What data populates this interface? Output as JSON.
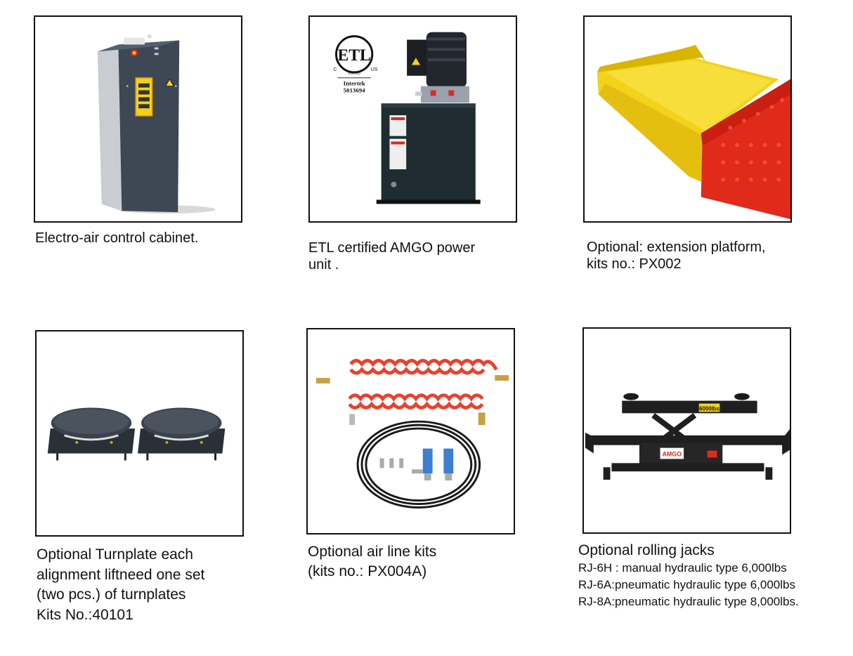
{
  "items": [
    {
      "caption_lines": [
        "Electro-air control cabinet."
      ]
    },
    {
      "caption_lines": [
        "ETL certified AMGO power",
        "unit ."
      ],
      "etl_logo": {
        "mark": "ETL",
        "c": "C",
        "us": "US",
        "listed": "LISTED",
        "org": "Intertek",
        "number": "5013694"
      }
    },
    {
      "caption_lines": [
        "Optional: extension platform,",
        "kits no.: PX002"
      ]
    },
    {
      "caption_lines": [
        "Optional Turnplate each",
        "alignment liftneed one set",
        "(two pcs.) of turnplates",
        "Kits No.:40101"
      ]
    },
    {
      "caption_lines": [
        "Optional air line kits",
        "(kits no.: PX004A)"
      ]
    },
    {
      "caption_lines": [
        "Optional rolling jacks",
        "RJ-6H : manual hydraulic type 6,000lbs",
        "RJ-6A:pneumatic hydraulic type 6,000lbs",
        "RJ-8A:pneumatic hydraulic type 8,000lbs."
      ],
      "jack_label": "6000lbs",
      "brand_label": "AMGO"
    }
  ],
  "colors": {
    "yellow": "#f3d21a",
    "red": "#e02a1a",
    "dark": "#2f3742",
    "hose_red": "#e8422e"
  }
}
